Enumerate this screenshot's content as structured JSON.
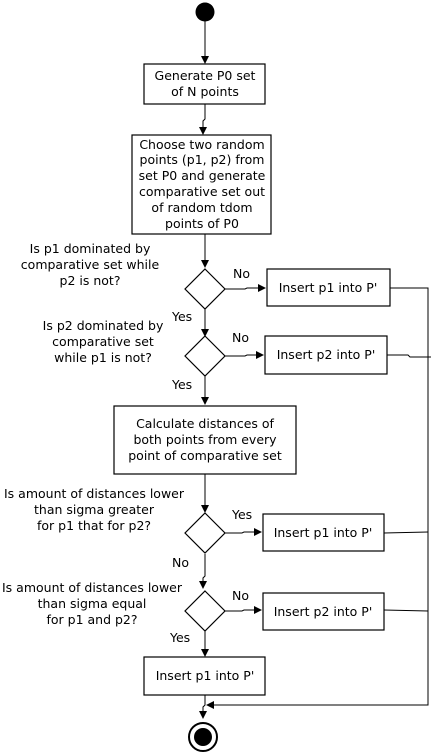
{
  "flowchart": {
    "box_generate": [
      "Generate P0 set",
      "of N points"
    ],
    "box_choose": [
      "Choose two random",
      "points (p1, p2) from",
      "set P0 and generate",
      "comparative set out",
      "of random tdom",
      "points of P0"
    ],
    "question_1": [
      "Is p1 dominated by",
      "comparative set while",
      "p2 is not?"
    ],
    "question_2": [
      "Is p2 dominated by",
      "comparative set",
      "while p1 is not?"
    ],
    "box_calculate": [
      "Calculate distances of",
      "both points from every",
      "point of comparative set"
    ],
    "question_3": [
      "Is amount of distances lower",
      "than sigma greater",
      "for p1 that for p2?"
    ],
    "question_4": [
      "Is amount of distances lower",
      "than sigma equal",
      "for p1 and p2?"
    ],
    "insert_1": "Insert p1 into P'",
    "insert_2": "Insert p2 into P'",
    "insert_3": "Insert p1 into P'",
    "insert_4": "Insert p2 into P'",
    "insert_final": "Insert p1 into P'",
    "labels": {
      "d1_no": "No",
      "d1_yes": "Yes",
      "d2_no": "No",
      "d2_yes": "Yes",
      "d3_yes": "Yes",
      "d3_no": "No",
      "d4_no": "No",
      "d4_yes": "Yes"
    }
  }
}
